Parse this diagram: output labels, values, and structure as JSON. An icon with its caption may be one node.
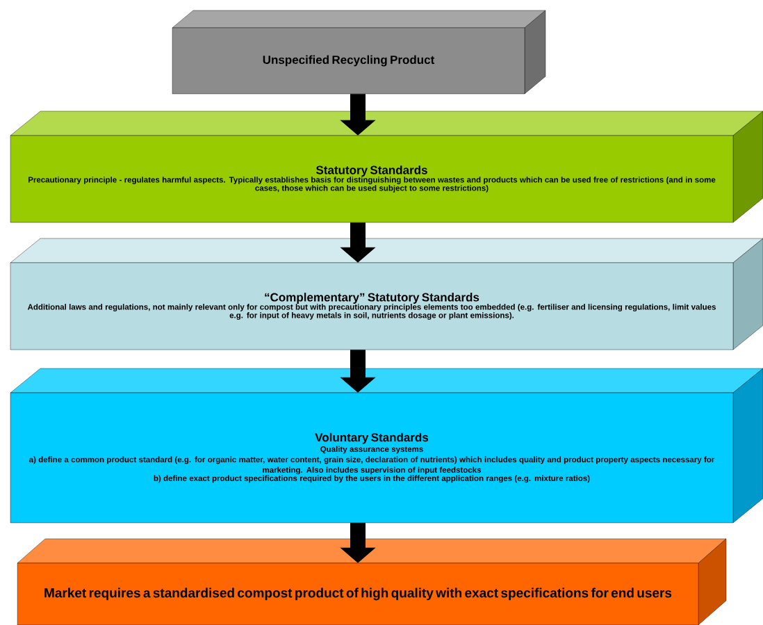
{
  "diagram": {
    "nodes": [
      {
        "text": [
          "Unspecified Recycling Product"
        ]
      },
      {
        "text": [
          "Statutory Standards",
          "Precautionary principle - regulates harmful aspects. Typically establishes basis for distinguishing between wastes and products which can be used free of restrictions (and in some cases, those which can be used subject to some restrictions)"
        ]
      },
      {
        "text": [
          "“Complementary” Statutory Standards",
          "Additional laws and regulations, not mainly relevant only for compost but with precautionary principles elements too embedded (e.g. fertiliser and licensing regulations, limit values e.g. for input of heavy metals in soil, nutrients dosage or plant emissions)."
        ]
      },
      {
        "text": [
          "Voluntary Standards",
          "Quality assurance systems",
          "a) define a common product standard (e.g. for organic matter, water content, grain size, declaration of nutrients) which includes quality and product property aspects necessary for marketing. Also includes supervision of input feedstocks",
          "b) define exact product specifications required by the users in the different application ranges (e.g. mixture ratios)"
        ]
      },
      {
        "text": [
          "Market requires a standardised compost product of high quality with exact specifications for end users"
        ]
      }
    ],
    "edges": [
      {
        "from": 0,
        "to": 1,
        "arrow": "to"
      },
      {
        "from": 1,
        "to": 2,
        "arrow": "to"
      },
      {
        "from": 2,
        "to": 3,
        "arrow": "to"
      },
      {
        "from": 3,
        "to": 4,
        "arrow": "to"
      }
    ]
  }
}
